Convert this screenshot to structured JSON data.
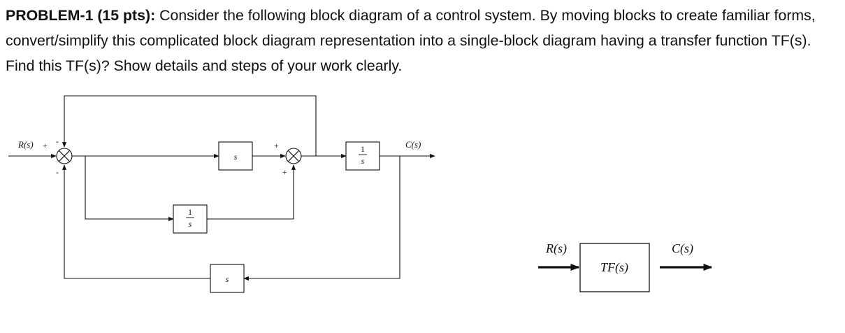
{
  "problem": {
    "heading": "PROBLEM-1 (15 pts):",
    "text": " Consider the following block diagram of a control system. By moving blocks to create familiar forms, convert/simplify this complicated block diagram representation into a single-block diagram having a transfer function TF(s). Find this TF(s)? Show details and steps of your work clearly."
  },
  "diagram": {
    "input_label": "R(s)",
    "output_label": "C(s)",
    "sum1_signs": {
      "left": "+",
      "top": "-",
      "bottom": "-"
    },
    "sum2_signs": {
      "left": "+",
      "bottom": "+"
    },
    "block_forward_s": "s",
    "block_integrator_num": "1",
    "block_integrator_den": "s",
    "block_lower_num": "1",
    "block_lower_den": "s",
    "block_feedback_s": "s"
  },
  "result": {
    "input_label": "R(s)",
    "block_label": "TF(s)",
    "output_label": "C(s)"
  }
}
